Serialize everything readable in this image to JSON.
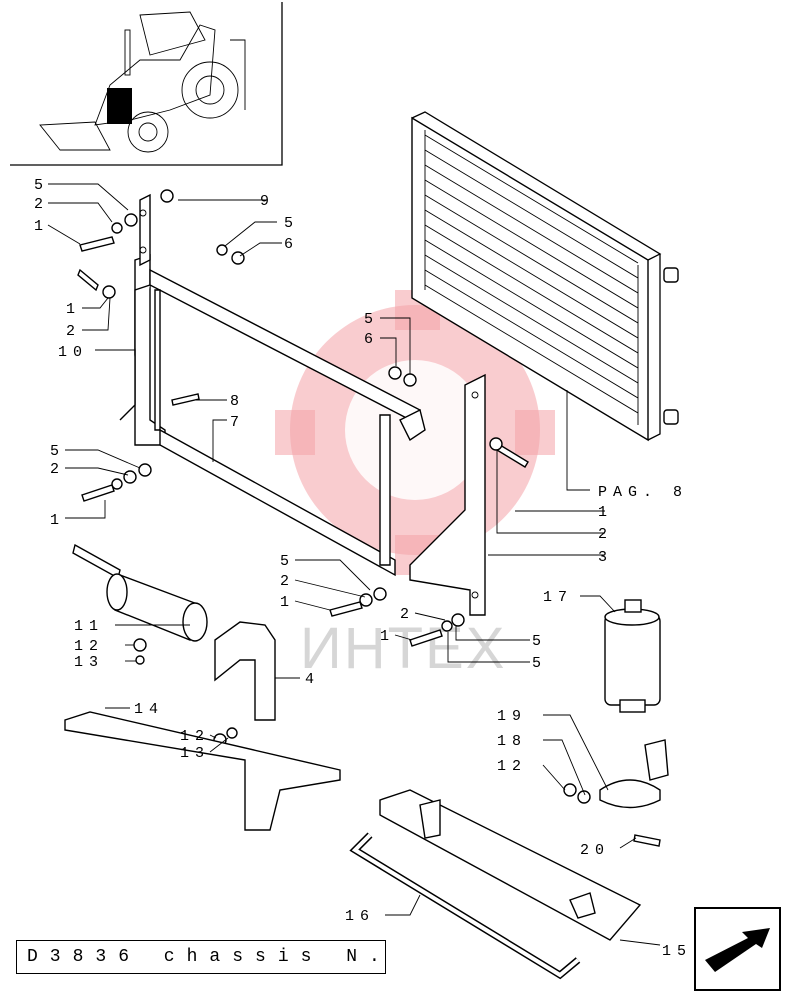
{
  "diagram": {
    "footer_text": "D3836 chassis N.",
    "page_ref": "PAG. 8",
    "watermark_text": "ИНТЕХ",
    "callouts": [
      {
        "id": "c-5a",
        "label": "5"
      },
      {
        "id": "c-2a",
        "label": "2"
      },
      {
        "id": "c-1a",
        "label": "1"
      },
      {
        "id": "c-9",
        "label": "9"
      },
      {
        "id": "c-5b",
        "label": "5"
      },
      {
        "id": "c-6a",
        "label": "6"
      },
      {
        "id": "c-1b",
        "label": "1"
      },
      {
        "id": "c-2b",
        "label": "2"
      },
      {
        "id": "c-10",
        "label": "10"
      },
      {
        "id": "c-5c",
        "label": "5"
      },
      {
        "id": "c-6b",
        "label": "6"
      },
      {
        "id": "c-8",
        "label": "8"
      },
      {
        "id": "c-7",
        "label": "7"
      },
      {
        "id": "c-5d",
        "label": "5"
      },
      {
        "id": "c-2c",
        "label": "2"
      },
      {
        "id": "c-1c",
        "label": "1"
      },
      {
        "id": "c-1d",
        "label": "1"
      },
      {
        "id": "c-2d",
        "label": "2"
      },
      {
        "id": "c-3",
        "label": "3"
      },
      {
        "id": "c-5e",
        "label": "5"
      },
      {
        "id": "c-2e",
        "label": "2"
      },
      {
        "id": "c-1e",
        "label": "1"
      },
      {
        "id": "c-2f",
        "label": "2"
      },
      {
        "id": "c-1f",
        "label": "1"
      },
      {
        "id": "c-5f",
        "label": "5"
      },
      {
        "id": "c-5g",
        "label": "5"
      },
      {
        "id": "c-17",
        "label": "17"
      },
      {
        "id": "c-11",
        "label": "11"
      },
      {
        "id": "c-12a",
        "label": "12"
      },
      {
        "id": "c-13a",
        "label": "13"
      },
      {
        "id": "c-4",
        "label": "4"
      },
      {
        "id": "c-14",
        "label": "14"
      },
      {
        "id": "c-12b",
        "label": "12"
      },
      {
        "id": "c-13b",
        "label": "13"
      },
      {
        "id": "c-19",
        "label": "19"
      },
      {
        "id": "c-18",
        "label": "18"
      },
      {
        "id": "c-12c",
        "label": "12"
      },
      {
        "id": "c-20",
        "label": "20"
      },
      {
        "id": "c-16",
        "label": "16"
      },
      {
        "id": "c-15",
        "label": "15"
      }
    ]
  }
}
